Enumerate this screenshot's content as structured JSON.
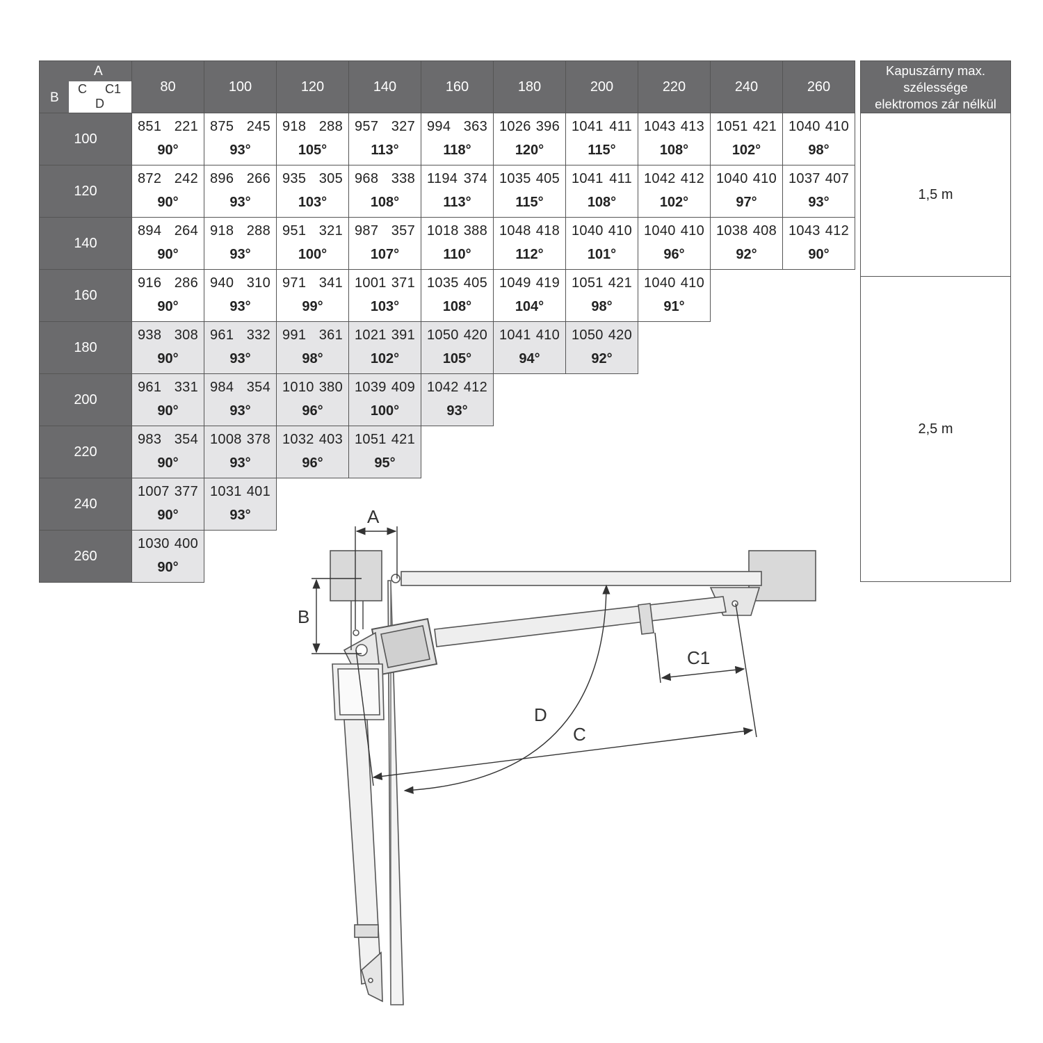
{
  "corner": {
    "a": "A",
    "b": "B",
    "c": "C",
    "c1": "C1",
    "d": "D"
  },
  "columns": [
    "80",
    "100",
    "120",
    "140",
    "160",
    "180",
    "200",
    "220",
    "240",
    "260"
  ],
  "rows": [
    {
      "b": "100",
      "cells": [
        {
          "c": "851",
          "c1": "221",
          "d": "90°"
        },
        {
          "c": "875",
          "c1": "245",
          "d": "93°"
        },
        {
          "c": "918",
          "c1": "288",
          "d": "105°"
        },
        {
          "c": "957",
          "c1": "327",
          "d": "113°"
        },
        {
          "c": "994",
          "c1": "363",
          "d": "118°"
        },
        {
          "c": "1026",
          "c1": "396",
          "d": "120°"
        },
        {
          "c": "1041",
          "c1": "411",
          "d": "115°"
        },
        {
          "c": "1043",
          "c1": "413",
          "d": "108°"
        },
        {
          "c": "1051",
          "c1": "421",
          "d": "102°"
        },
        {
          "c": "1040",
          "c1": "410",
          "d": "98°"
        }
      ]
    },
    {
      "b": "120",
      "cells": [
        {
          "c": "872",
          "c1": "242",
          "d": "90°"
        },
        {
          "c": "896",
          "c1": "266",
          "d": "93°"
        },
        {
          "c": "935",
          "c1": "305",
          "d": "103°"
        },
        {
          "c": "968",
          "c1": "338",
          "d": "108°"
        },
        {
          "c": "1194",
          "c1": "374",
          "d": "113°"
        },
        {
          "c": "1035",
          "c1": "405",
          "d": "115°"
        },
        {
          "c": "1041",
          "c1": "411",
          "d": "108°"
        },
        {
          "c": "1042",
          "c1": "412",
          "d": "102°"
        },
        {
          "c": "1040",
          "c1": "410",
          "d": "97°"
        },
        {
          "c": "1037",
          "c1": "407",
          "d": "93°"
        }
      ]
    },
    {
      "b": "140",
      "cells": [
        {
          "c": "894",
          "c1": "264",
          "d": "90°"
        },
        {
          "c": "918",
          "c1": "288",
          "d": "93°"
        },
        {
          "c": "951",
          "c1": "321",
          "d": "100°"
        },
        {
          "c": "987",
          "c1": "357",
          "d": "107°"
        },
        {
          "c": "1018",
          "c1": "388",
          "d": "110°"
        },
        {
          "c": "1048",
          "c1": "418",
          "d": "112°"
        },
        {
          "c": "1040",
          "c1": "410",
          "d": "101°"
        },
        {
          "c": "1040",
          "c1": "410",
          "d": "96°"
        },
        {
          "c": "1038",
          "c1": "408",
          "d": "92°"
        },
        {
          "c": "1043",
          "c1": "412",
          "d": "90°"
        }
      ]
    },
    {
      "b": "160",
      "cells": [
        {
          "c": "916",
          "c1": "286",
          "d": "90°"
        },
        {
          "c": "940",
          "c1": "310",
          "d": "93°"
        },
        {
          "c": "971",
          "c1": "341",
          "d": "99°"
        },
        {
          "c": "1001",
          "c1": "371",
          "d": "103°"
        },
        {
          "c": "1035",
          "c1": "405",
          "d": "108°"
        },
        {
          "c": "1049",
          "c1": "419",
          "d": "104°"
        },
        {
          "c": "1051",
          "c1": "421",
          "d": "98°"
        },
        {
          "c": "1040",
          "c1": "410",
          "d": "91°"
        }
      ]
    },
    {
      "b": "180",
      "cells": [
        {
          "c": "938",
          "c1": "308",
          "d": "90°"
        },
        {
          "c": "961",
          "c1": "332",
          "d": "93°"
        },
        {
          "c": "991",
          "c1": "361",
          "d": "98°"
        },
        {
          "c": "1021",
          "c1": "391",
          "d": "102°"
        },
        {
          "c": "1050",
          "c1": "420",
          "d": "105°"
        },
        {
          "c": "1041",
          "c1": "410",
          "d": "94°"
        },
        {
          "c": "1050",
          "c1": "420",
          "d": "92°"
        }
      ]
    },
    {
      "b": "200",
      "cells": [
        {
          "c": "961",
          "c1": "331",
          "d": "90°"
        },
        {
          "c": "984",
          "c1": "354",
          "d": "93°"
        },
        {
          "c": "1010",
          "c1": "380",
          "d": "96°"
        },
        {
          "c": "1039",
          "c1": "409",
          "d": "100°"
        },
        {
          "c": "1042",
          "c1": "412",
          "d": "93°"
        }
      ]
    },
    {
      "b": "220",
      "cells": [
        {
          "c": "983",
          "c1": "354",
          "d": "90°"
        },
        {
          "c": "1008",
          "c1": "378",
          "d": "93°"
        },
        {
          "c": "1032",
          "c1": "403",
          "d": "96°"
        },
        {
          "c": "1051",
          "c1": "421",
          "d": "95°"
        }
      ]
    },
    {
      "b": "240",
      "cells": [
        {
          "c": "1007",
          "c1": "377",
          "d": "90°"
        },
        {
          "c": "1031",
          "c1": "401",
          "d": "93°"
        }
      ]
    },
    {
      "b": "260",
      "cells": [
        {
          "c": "1030",
          "c1": "400",
          "d": "90°"
        }
      ]
    }
  ],
  "shaded_from_row": 4,
  "side_table": {
    "header_lines": [
      "Kapuszárny max.",
      "szélessége",
      "elektromos zár nélkül"
    ],
    "values": [
      "1,5 m",
      "2,5 m"
    ]
  },
  "diagram_labels": {
    "a": "A",
    "b": "B",
    "c": "C",
    "c1": "C1",
    "d": "D"
  }
}
